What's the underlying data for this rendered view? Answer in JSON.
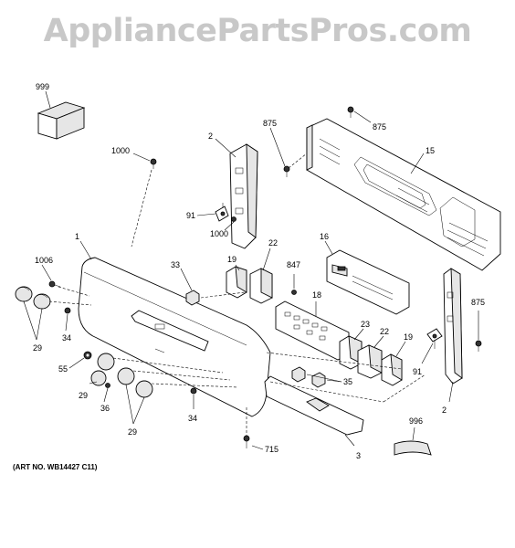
{
  "watermark": "AppliancePartsPros.com",
  "art_number": "(ART NO. WB14427 C11)",
  "callouts": {
    "c999": "999",
    "c875a": "875",
    "c875b": "875",
    "c875c": "875",
    "c15": "15",
    "c2a": "2",
    "c2b": "2",
    "c1000a": "1000",
    "c1000b": "1000",
    "c91a": "91",
    "c91b": "91",
    "c1": "1",
    "c1006": "1006",
    "c19a": "19",
    "c19b": "19",
    "c22a": "22",
    "c22b": "22",
    "c33": "33",
    "c847": "847",
    "c16": "16",
    "c18": "18",
    "c23": "23",
    "c29a": "29",
    "c29b": "29",
    "c29c": "29",
    "c34a": "34",
    "c34b": "34",
    "c55": "55",
    "c36": "36",
    "c35": "35",
    "c996": "996",
    "c3": "3",
    "c715": "715"
  }
}
